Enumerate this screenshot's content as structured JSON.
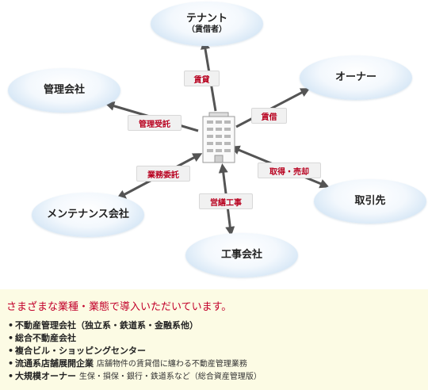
{
  "nodes": {
    "tenant": {
      "label": "テナント",
      "sub": "（賃借者）"
    },
    "owner": {
      "label": "オーナー"
    },
    "management": {
      "label": "管理会社"
    },
    "maintenance": {
      "label": "メンテナンス会社"
    },
    "client": {
      "label": "取引先"
    },
    "construction": {
      "label": "工事会社"
    }
  },
  "relations": {
    "tenant": "賃貸",
    "owner": "賃借",
    "management": "管理受託",
    "maintenance": "業務委託",
    "client": "取得・売却",
    "construction": "営繕工事"
  },
  "info": {
    "headline": "さまざまな業種・業態で導入いただいています。",
    "bullet_symbol": "•",
    "items": [
      {
        "text": "不動産管理会社（独立系・鉄道系・金融系他）",
        "note": ""
      },
      {
        "text": "総合不動産会社",
        "note": ""
      },
      {
        "text": "複合ビル・ショッピングセンター",
        "note": ""
      },
      {
        "text": "流通系店舗展開企業",
        "note": "店舗物件の賃貸借に纏わる不動産管理業務"
      },
      {
        "text": "大規模オーナー",
        "note": "生保・損保・銀行・鉄道系など（総合資産管理版）"
      }
    ]
  },
  "colors": {
    "arrow": "#545454",
    "tag_text": "#b8001f",
    "headline": "#c2002a",
    "info_bg": "#fcfbe4"
  }
}
